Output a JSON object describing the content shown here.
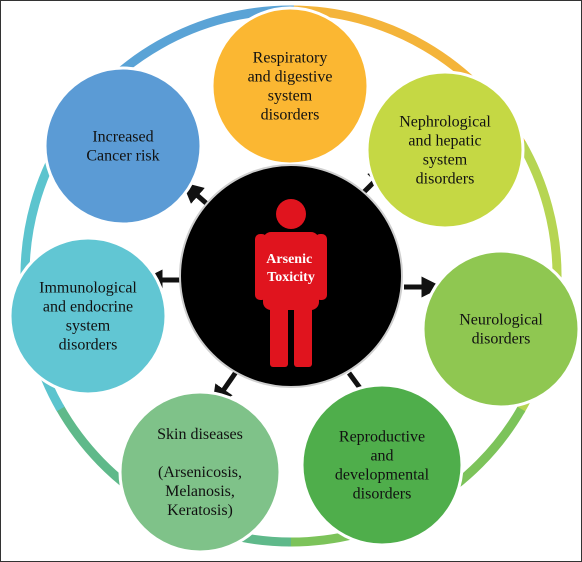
{
  "center": {
    "label_lines": [
      "Arsenic",
      "Toxicity"
    ],
    "circle_color": "#000000",
    "figure_color": "#e0141e",
    "figure_icon": "person-figure-icon"
  },
  "ring": {
    "colors": [
      "#f4b43a",
      "#b6d552",
      "#7cc35a",
      "#5fb98a",
      "#5cc4ce",
      "#5aa3d6"
    ]
  },
  "nodes": [
    {
      "id": "respiratory",
      "label_lines": [
        "Respiratory",
        "and digestive",
        "system",
        "disorders"
      ],
      "color": "#fbb732"
    },
    {
      "id": "nephrological",
      "label_lines": [
        "Nephrological",
        "and hepatic",
        "system",
        "disorders"
      ],
      "color": "#c5d844"
    },
    {
      "id": "neurological",
      "label_lines": [
        "Neurological",
        "disorders"
      ],
      "color": "#8fc751"
    },
    {
      "id": "reproductive",
      "label_lines": [
        "Reproductive",
        "and",
        "developmental",
        "disorders"
      ],
      "color": "#4fae4b"
    },
    {
      "id": "skin",
      "label_lines": [
        "Skin diseases",
        "",
        "(Arsenicosis,",
        "Melanosis,",
        "Keratosis)"
      ],
      "color": "#7fc289"
    },
    {
      "id": "immunological",
      "label_lines": [
        "Immunological",
        "and endocrine",
        "system",
        "disorders"
      ],
      "color": "#61c6d3"
    },
    {
      "id": "cancer",
      "label_lines": [
        "Increased",
        "Cancer risk"
      ],
      "color": "#5b9bd5"
    }
  ]
}
